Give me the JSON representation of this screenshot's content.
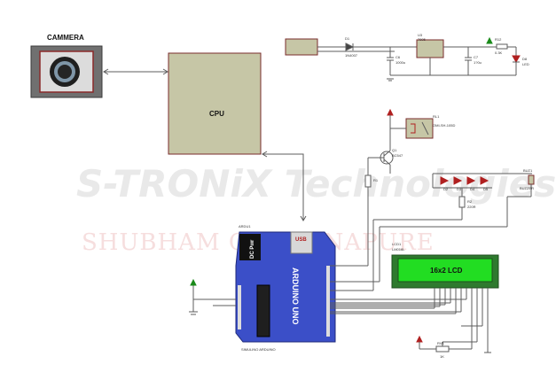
{
  "watermark": {
    "line1": "S-TRONiX Technologies",
    "line2": "SHUBHAM GANGANAPURE"
  },
  "camera": {
    "label": "CAMMERA"
  },
  "cpu": {
    "label": "CPU"
  },
  "arduino": {
    "ref": "ARDU1",
    "board_label": "ARDUINO UNO",
    "usb_label": "USB",
    "power_label": "DC Pwr",
    "footer": "SIMULINO ARDUINO"
  },
  "lcd": {
    "ref": "LCD1",
    "model": "LM016L",
    "text": "16x2 LCD",
    "colors": {
      "screen": "#22dd22",
      "frame": "#2e7a2e"
    }
  },
  "power_supply": {
    "diode": {
      "ref": "D1",
      "value": "1N4007"
    },
    "cap1": {
      "ref": "C6",
      "value": "1000u"
    },
    "regulator": {
      "ref": "U3",
      "value": "7805"
    },
    "cap2": {
      "ref": "C7",
      "value": "1?0u"
    },
    "resistor": {
      "ref": "R12",
      "value": "0.3K"
    },
    "led": {
      "ref": "D8",
      "value": "LED"
    }
  },
  "driver": {
    "relay": {
      "ref": "RL1",
      "value": "OMI-SH-105D"
    },
    "transistor": {
      "ref": "Q1",
      "value": "BC547"
    },
    "resistor": {
      "ref": "R1"
    },
    "buzzer": {
      "ref": "BUZ1",
      "value": "BUZZER"
    },
    "r2": {
      "ref": "R2",
      "value": "220R"
    },
    "leds": [
      {
        "ref": "D2",
        "value": "LED"
      },
      {
        "ref": "D3",
        "value": "LED"
      },
      {
        "ref": "D4",
        "value": "LED"
      },
      {
        "ref": "D5",
        "value": "LED"
      }
    ]
  },
  "pot": {
    "ref": "RV1",
    "value": "1K"
  },
  "colors": {
    "wire": "#5c5c5c",
    "arduino": "#3b4fc8",
    "block_fill": "#c6c6a6",
    "block_stroke": "#7a2c2c",
    "camera_frame": "#666666"
  }
}
